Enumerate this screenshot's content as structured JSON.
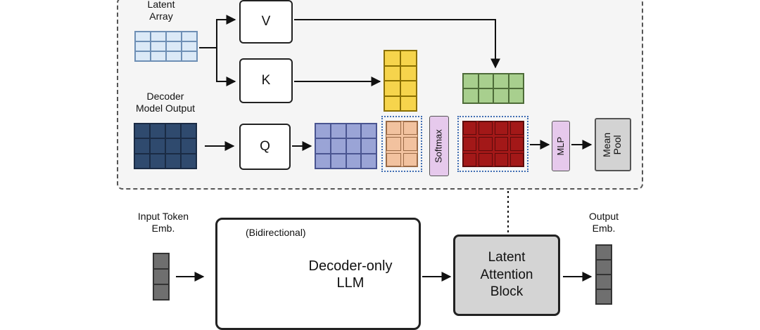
{
  "labels": {
    "latent_array": "Latent\nArray",
    "decoder_output": "Decoder\nModel Output",
    "input_token": "Input Token\nEmb.",
    "output_emb": "Output\nEmb.",
    "bidirectional": "(Bidirectional)",
    "decoder_llm": "Decoder-only\nLLM"
  },
  "ops": {
    "v": "V",
    "k": "K",
    "q": "Q",
    "softmax": "Softmax",
    "mlp": "MLP",
    "mean_pool": "Mean\nPool",
    "latent_block": "Latent\nAttention\nBlock"
  },
  "colors": {
    "latent_array": "#dbe9f7",
    "decoder_output": "#2f4a6e",
    "k_matrix": "#f6d44c",
    "v_matrix": "#a8cf8e",
    "q_matrix": "#9aa4d6",
    "scores": "#f2c29f",
    "attention_out": "#a31818",
    "softmax_fill": "#e6c9ec",
    "mlp_fill": "#e6c9ec",
    "mean_pool_fill": "#d3d3d3",
    "token_fill": "#6f6f6f",
    "dotted_outline": "#3f6db3"
  }
}
